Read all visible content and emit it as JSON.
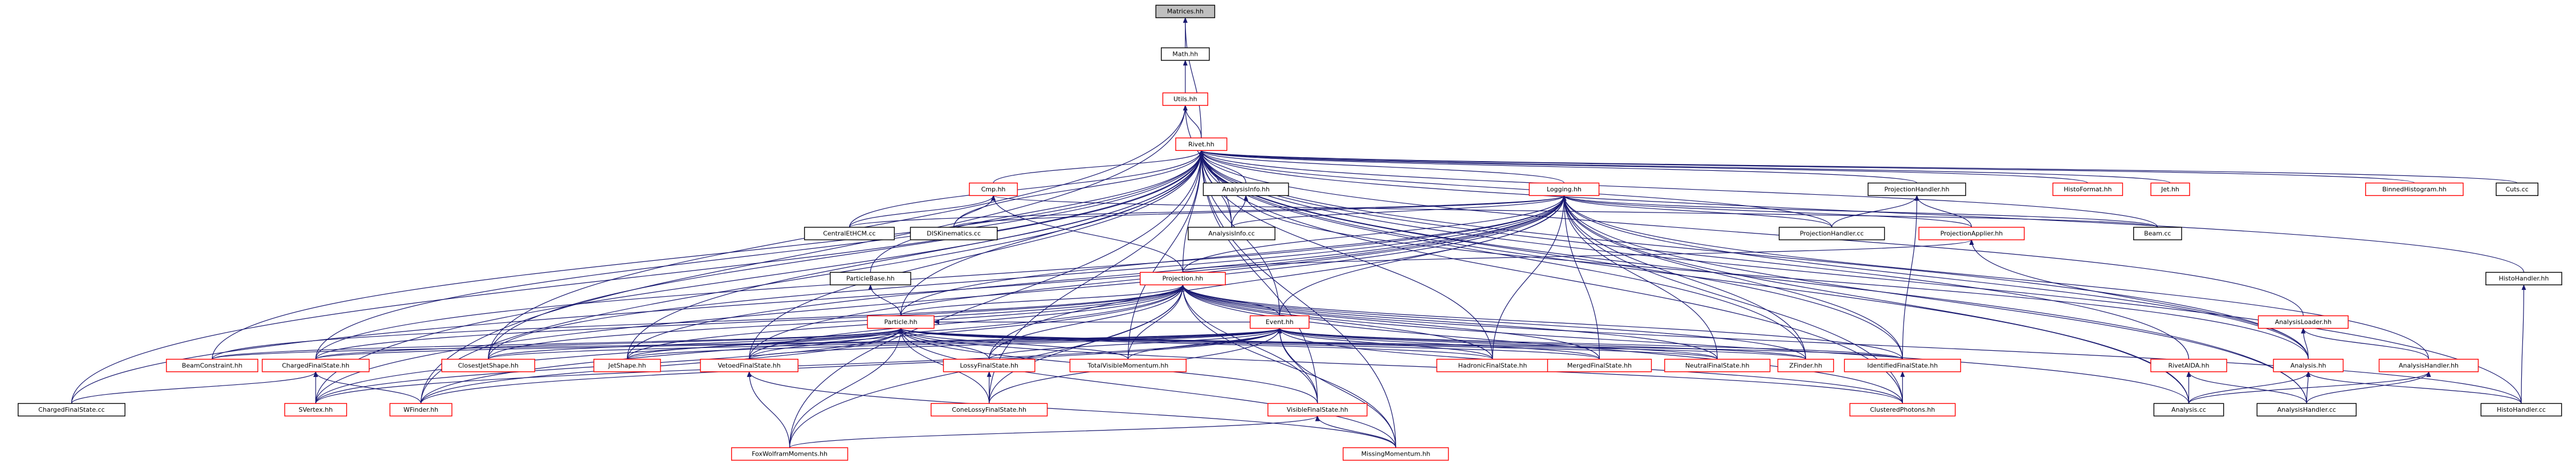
{
  "colors": {
    "edge": "#191970",
    "node_border_black": "#000000",
    "node_border_red": "#ff0000",
    "root_fill": "#bfbfbf",
    "background": "#ffffff"
  },
  "nodes": [
    {
      "id": "matrices",
      "label": "Matrices.hh",
      "border": "black",
      "root": true
    },
    {
      "id": "math",
      "label": "Math.hh",
      "border": "black"
    },
    {
      "id": "utils",
      "label": "Utils.hh",
      "border": "red"
    },
    {
      "id": "rivet",
      "label": "Rivet.hh",
      "border": "red"
    },
    {
      "id": "cmp",
      "label": "Cmp.hh",
      "border": "red"
    },
    {
      "id": "analysisinfo",
      "label": "AnalysisInfo.hh",
      "border": "black"
    },
    {
      "id": "logging",
      "label": "Logging.hh",
      "border": "red"
    },
    {
      "id": "projhandler",
      "label": "ProjectionHandler.hh",
      "border": "black"
    },
    {
      "id": "histoformat",
      "label": "HistoFormat.hh",
      "border": "red"
    },
    {
      "id": "jet",
      "label": "Jet.hh",
      "border": "red"
    },
    {
      "id": "binnedhisto",
      "label": "BinnedHistogram.hh",
      "border": "red"
    },
    {
      "id": "cuts",
      "label": "Cuts.cc",
      "border": "black"
    },
    {
      "id": "centraletheom",
      "label": "CentralEtHCM.cc",
      "border": "black"
    },
    {
      "id": "diskinematics",
      "label": "DISKinematics.cc",
      "border": "black"
    },
    {
      "id": "analysisinfocc",
      "label": "AnalysisInfo.cc",
      "border": "black"
    },
    {
      "id": "projhandlercc",
      "label": "ProjectionHandler.cc",
      "border": "black"
    },
    {
      "id": "projapplier",
      "label": "ProjectionApplier.hh",
      "border": "red"
    },
    {
      "id": "beam",
      "label": "Beam.cc",
      "border": "black"
    },
    {
      "id": "histohandlerh",
      "label": "HistoHandler.hh",
      "border": "black"
    },
    {
      "id": "particlebase",
      "label": "ParticleBase.hh",
      "border": "black"
    },
    {
      "id": "projection",
      "label": "Projection.hh",
      "border": "red"
    },
    {
      "id": "analysisloader",
      "label": "AnalysisLoader.hh",
      "border": "red"
    },
    {
      "id": "particle",
      "label": "Particle.hh",
      "border": "red"
    },
    {
      "id": "event",
      "label": "Event.hh",
      "border": "red"
    },
    {
      "id": "beamconstraint",
      "label": "BeamConstraint.hh",
      "border": "red"
    },
    {
      "id": "chargedfsh",
      "label": "ChargedFinalState.hh",
      "border": "red"
    },
    {
      "id": "closesusd",
      "label": "ClosestJetShape.hh",
      "border": "red"
    },
    {
      "id": "jetshape",
      "label": "JetShape.hh",
      "border": "red"
    },
    {
      "id": "vetoedfs",
      "label": "VetoedFinalState.hh",
      "border": "red"
    },
    {
      "id": "lossyfs",
      "label": "LossyFinalState.hh",
      "border": "red"
    },
    {
      "id": "totalvisible",
      "label": "TotalVisibleMomentum.hh",
      "border": "red"
    },
    {
      "id": "hadronicfs",
      "label": "HadronicFinalState.hh",
      "border": "red"
    },
    {
      "id": "mergedfs",
      "label": "MergedFinalState.hh",
      "border": "red"
    },
    {
      "id": "neutralfs",
      "label": "NeutralFinalState.hh",
      "border": "red"
    },
    {
      "id": "zfinder",
      "label": "ZFinder.hh",
      "border": "red"
    },
    {
      "id": "identifiedfs",
      "label": "IdentifiedFinalState.hh",
      "border": "red"
    },
    {
      "id": "rivetaida",
      "label": "RivetAIDA.hh",
      "border": "red"
    },
    {
      "id": "analysish",
      "label": "Analysis.hh",
      "border": "red"
    },
    {
      "id": "analysishandlerh",
      "label": "AnalysisHandler.hh",
      "border": "red"
    },
    {
      "id": "chargedfscc",
      "label": "ChargedFinalState.cc",
      "border": "black"
    },
    {
      "id": "svertex",
      "label": "SVertex.hh",
      "border": "red"
    },
    {
      "id": "wfinder",
      "label": "WFinder.hh",
      "border": "red"
    },
    {
      "id": "conelossy",
      "label": "ConeLossyFinalState.hh",
      "border": "red"
    },
    {
      "id": "visiblefs",
      "label": "VisibleFinalState.hh",
      "border": "red"
    },
    {
      "id": "clusteredph",
      "label": "ClusteredPhotons.hh",
      "border": "red"
    },
    {
      "id": "analysiscc",
      "label": "Analysis.cc",
      "border": "black"
    },
    {
      "id": "analysishandlercc",
      "label": "AnalysisHandler.cc",
      "border": "black"
    },
    {
      "id": "histohandlercc",
      "label": "HistoHandler.cc",
      "border": "black"
    },
    {
      "id": "foxwolfram",
      "label": "FoxWolframMoments.hh",
      "border": "red"
    },
    {
      "id": "missingmom",
      "label": "MissingMomentum.hh",
      "border": "red"
    }
  ],
  "edges": [
    [
      "math",
      "matrices"
    ],
    [
      "rivet",
      "matrices"
    ],
    [
      "utils",
      "math"
    ],
    [
      "rivet",
      "utils"
    ],
    [
      "analysisinfocc",
      "utils"
    ],
    [
      "closesusd",
      "utils"
    ],
    [
      "wfinder",
      "utils"
    ],
    [
      "cmp",
      "rivet"
    ],
    [
      "analysisinfo",
      "rivet"
    ],
    [
      "logging",
      "rivet"
    ],
    [
      "projhandler",
      "rivet"
    ],
    [
      "histoformat",
      "rivet"
    ],
    [
      "jet",
      "rivet"
    ],
    [
      "binnedhisto",
      "rivet"
    ],
    [
      "cuts",
      "rivet"
    ],
    [
      "centraletheom",
      "rivet"
    ],
    [
      "diskinematics",
      "rivet"
    ],
    [
      "analysisinfocc",
      "rivet"
    ],
    [
      "projhandlercc",
      "rivet"
    ],
    [
      "beam",
      "rivet"
    ],
    [
      "histohandlerh",
      "rivet"
    ],
    [
      "particlebase",
      "rivet"
    ],
    [
      "projection",
      "rivet"
    ],
    [
      "particle",
      "rivet"
    ],
    [
      "event",
      "rivet"
    ],
    [
      "beamconstraint",
      "rivet"
    ],
    [
      "chargedfsh",
      "rivet"
    ],
    [
      "chargedfscc",
      "rivet"
    ],
    [
      "closesusd",
      "rivet"
    ],
    [
      "jetshape",
      "rivet"
    ],
    [
      "vetoedfs",
      "rivet"
    ],
    [
      "svertex",
      "rivet"
    ],
    [
      "wfinder",
      "rivet"
    ],
    [
      "conelossy",
      "rivet"
    ],
    [
      "totalvisible",
      "rivet"
    ],
    [
      "hadronicfs",
      "rivet"
    ],
    [
      "zfinder",
      "rivet"
    ],
    [
      "identifiedfs",
      "rivet"
    ],
    [
      "rivetaida",
      "rivet"
    ],
    [
      "analysish",
      "rivet"
    ],
    [
      "analysisloader",
      "rivet"
    ],
    [
      "analysiscc",
      "rivet"
    ],
    [
      "analysishandlercc",
      "rivet"
    ],
    [
      "histohandlercc",
      "rivet"
    ],
    [
      "foxwolfram",
      "rivet"
    ],
    [
      "missingmom",
      "rivet"
    ],
    [
      "clusteredph",
      "rivet"
    ],
    [
      "visiblefs",
      "rivet"
    ],
    [
      "centraletheom",
      "cmp"
    ],
    [
      "diskinematics",
      "cmp"
    ],
    [
      "projection",
      "cmp"
    ],
    [
      "beam",
      "cmp"
    ],
    [
      "cmp",
      "cmp"
    ],
    [
      "analysisinfocc",
      "analysisinfo"
    ],
    [
      "analysish",
      "analysisinfo"
    ],
    [
      "centraletheom",
      "logging"
    ],
    [
      "diskinematics",
      "logging"
    ],
    [
      "analysisinfocc",
      "logging"
    ],
    [
      "projhandlercc",
      "logging"
    ],
    [
      "projection",
      "logging"
    ],
    [
      "particle",
      "logging"
    ],
    [
      "event",
      "logging"
    ],
    [
      "projapplier",
      "logging"
    ],
    [
      "beam",
      "logging"
    ],
    [
      "chargedfsh",
      "logging"
    ],
    [
      "jetshape",
      "logging"
    ],
    [
      "vetoedfs",
      "logging"
    ],
    [
      "lossyfs",
      "logging"
    ],
    [
      "hadronicfs",
      "logging"
    ],
    [
      "mergedfs",
      "logging"
    ],
    [
      "neutralfs",
      "logging"
    ],
    [
      "zfinder",
      "logging"
    ],
    [
      "identifiedfs",
      "logging"
    ],
    [
      "analysish",
      "logging"
    ],
    [
      "analysishandlerh",
      "logging"
    ],
    [
      "analysiscc",
      "logging"
    ],
    [
      "analysishandlercc",
      "logging"
    ],
    [
      "clusteredph",
      "logging"
    ],
    [
      "svertex",
      "logging"
    ],
    [
      "closesusd",
      "logging"
    ],
    [
      "chargedfscc",
      "logging"
    ],
    [
      "projhandlercc",
      "projhandler"
    ],
    [
      "projapplier",
      "projhandler"
    ],
    [
      "identifiedfs",
      "projhandler"
    ],
    [
      "projection",
      "projapplier"
    ],
    [
      "analysish",
      "projapplier"
    ],
    [
      "histohandlercc",
      "histohandlerh"
    ],
    [
      "particle",
      "particlebase"
    ],
    [
      "particle",
      "projection"
    ],
    [
      "event",
      "projection"
    ],
    [
      "chargedfsh",
      "projection"
    ],
    [
      "closesusd",
      "projection"
    ],
    [
      "jetshape",
      "projection"
    ],
    [
      "vetoedfs",
      "projection"
    ],
    [
      "lossyfs",
      "projection"
    ],
    [
      "totalvisible",
      "projection"
    ],
    [
      "hadronicfs",
      "projection"
    ],
    [
      "mergedfs",
      "projection"
    ],
    [
      "neutralfs",
      "projection"
    ],
    [
      "zfinder",
      "projection"
    ],
    [
      "identifiedfs",
      "projection"
    ],
    [
      "beamconstraint",
      "projection"
    ],
    [
      "svertex",
      "projection"
    ],
    [
      "wfinder",
      "projection"
    ],
    [
      "conelossy",
      "projection"
    ],
    [
      "visiblefs",
      "projection"
    ],
    [
      "clusteredph",
      "projection"
    ],
    [
      "foxwolfram",
      "projection"
    ],
    [
      "missingmom",
      "projection"
    ],
    [
      "analysiscc",
      "projection"
    ],
    [
      "histohandlercc",
      "projection"
    ],
    [
      "analysish",
      "analysisloader"
    ],
    [
      "analysishandlerh",
      "analysisloader"
    ],
    [
      "event",
      "particle"
    ],
    [
      "chargedfsh",
      "particle"
    ],
    [
      "closesusd",
      "particle"
    ],
    [
      "jetshape",
      "particle"
    ],
    [
      "vetoedfs",
      "particle"
    ],
    [
      "lossyfs",
      "particle"
    ],
    [
      "totalvisible",
      "particle"
    ],
    [
      "hadronicfs",
      "particle"
    ],
    [
      "mergedfs",
      "particle"
    ],
    [
      "neutralfs",
      "particle"
    ],
    [
      "zfinder",
      "particle"
    ],
    [
      "identifiedfs",
      "particle"
    ],
    [
      "beamconstraint",
      "particle"
    ],
    [
      "svertex",
      "particle"
    ],
    [
      "wfinder",
      "particle"
    ],
    [
      "conelossy",
      "particle"
    ],
    [
      "visiblefs",
      "particle"
    ],
    [
      "foxwolfram",
      "particle"
    ],
    [
      "missingmom",
      "particle"
    ],
    [
      "clusteredph",
      "particle"
    ],
    [
      "chargedfsh",
      "event"
    ],
    [
      "closesusd",
      "event"
    ],
    [
      "jetshape",
      "event"
    ],
    [
      "vetoedfs",
      "event"
    ],
    [
      "lossyfs",
      "event"
    ],
    [
      "totalvisible",
      "event"
    ],
    [
      "hadronicfs",
      "event"
    ],
    [
      "mergedfs",
      "event"
    ],
    [
      "neutralfs",
      "event"
    ],
    [
      "zfinder",
      "event"
    ],
    [
      "identifiedfs",
      "event"
    ],
    [
      "svertex",
      "event"
    ],
    [
      "wfinder",
      "event"
    ],
    [
      "conelossy",
      "event"
    ],
    [
      "visiblefs",
      "event"
    ],
    [
      "missingmom",
      "event"
    ],
    [
      "clusteredph",
      "event"
    ],
    [
      "beamconstraint",
      "event"
    ],
    [
      "chargedfscc",
      "chargedfsh"
    ],
    [
      "svertex",
      "chargedfsh"
    ],
    [
      "wfinder",
      "chargedfsh"
    ],
    [
      "foxwolfram",
      "vetoedfs"
    ],
    [
      "missingmom",
      "vetoedfs"
    ],
    [
      "conelossy",
      "lossyfs"
    ],
    [
      "clusteredph",
      "identifiedfs"
    ],
    [
      "analysiscc",
      "rivetaida"
    ],
    [
      "analysishandlercc",
      "rivetaida"
    ],
    [
      "analysiscc",
      "analysish"
    ],
    [
      "analysishandlercc",
      "analysish"
    ],
    [
      "histohandlercc",
      "analysish"
    ],
    [
      "analysiscc",
      "analysishandlerh"
    ],
    [
      "analysishandlercc",
      "analysishandlerh"
    ],
    [
      "foxwolfram",
      "visiblefs"
    ],
    [
      "missingmom",
      "visiblefs"
    ]
  ]
}
